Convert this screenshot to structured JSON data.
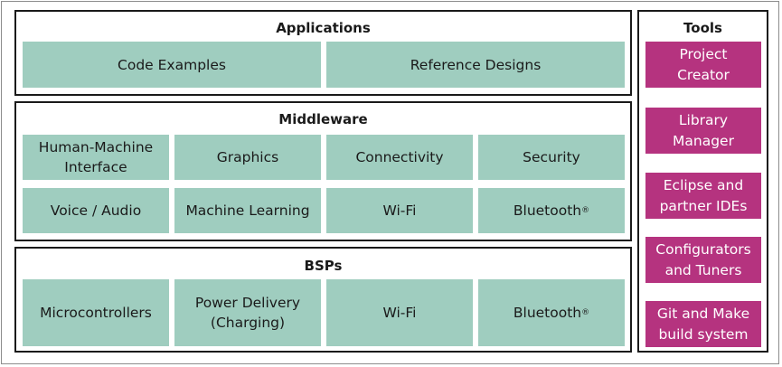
{
  "applications": {
    "title": "Applications",
    "blocks": [
      "Code Examples",
      "Reference Designs"
    ]
  },
  "middleware": {
    "title": "Middleware",
    "row1": [
      "Human-Machine\nInterface",
      "Graphics",
      "Connectivity",
      "Security"
    ],
    "row2": [
      "Voice / Audio",
      "Machine Learning",
      "Wi-Fi",
      "Bluetooth"
    ],
    "bluetooth_mark": "®"
  },
  "bsps": {
    "title": "BSPs",
    "blocks": [
      "Microcontrollers",
      "Power Delivery\n(Charging)",
      "Wi-Fi",
      "Bluetooth"
    ],
    "bluetooth_mark": "®"
  },
  "tools": {
    "title": "Tools",
    "items": [
      "Project\nCreator",
      "Library\nManager",
      "Eclipse and\npartner IDEs",
      "Configurators\nand Tuners",
      "Git and Make\nbuild system"
    ]
  },
  "colors": {
    "block_teal": "#9fcdbf",
    "tool_magenta": "#b5337f",
    "border": "#1a1a1a"
  }
}
